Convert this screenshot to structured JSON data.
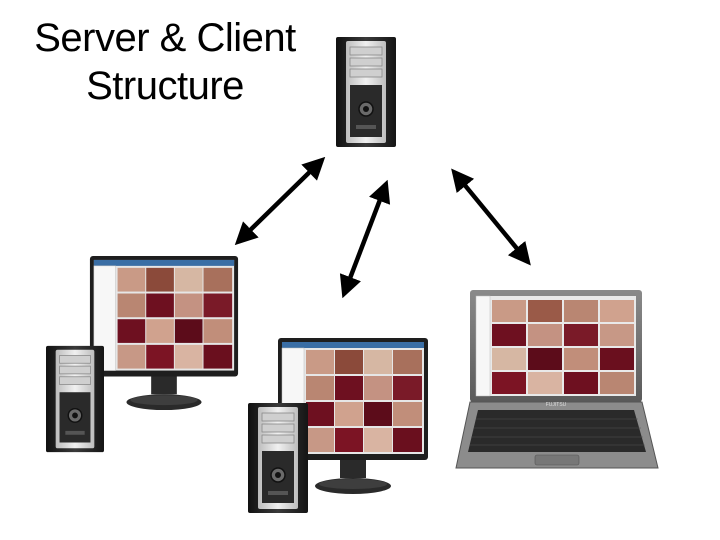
{
  "title": {
    "line1": "Server & Client",
    "line2": "Structure"
  },
  "nodes": {
    "server": {
      "icon": "tower-server-icon"
    },
    "client_desktop_left": {
      "icon": "desktop-computer-icon"
    },
    "client_desktop_center": {
      "icon": "desktop-computer-icon"
    },
    "client_laptop": {
      "icon": "laptop-icon",
      "brand": "FUJITSU"
    }
  },
  "connections": [
    {
      "from": "server",
      "to": "client_desktop_left",
      "type": "bidirectional"
    },
    {
      "from": "server",
      "to": "client_desktop_center",
      "type": "bidirectional"
    },
    {
      "from": "server",
      "to": "client_laptop",
      "type": "bidirectional"
    }
  ],
  "colors": {
    "arrow": "#000000",
    "tower_body": "#2b2b2b",
    "tower_panel": "#d8d8d8",
    "screen_bezel": "#1e1e1e",
    "thumb_skin": "#c99a86",
    "thumb_dark": "#6e1020"
  }
}
